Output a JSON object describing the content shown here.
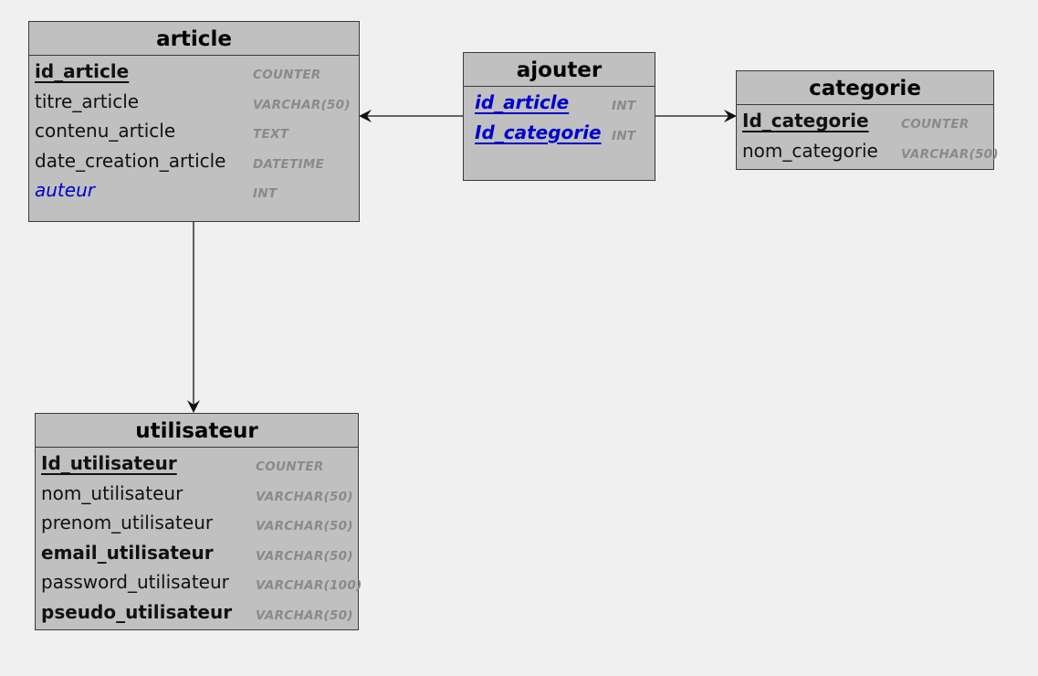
{
  "tables": {
    "article": {
      "title": "article",
      "fields": [
        {
          "name": "id_article",
          "type": "COUNTER"
        },
        {
          "name": "titre_article",
          "type": "VARCHAR(50)"
        },
        {
          "name": "contenu_article",
          "type": "TEXT"
        },
        {
          "name": "date_creation_article",
          "type": "DATETIME"
        },
        {
          "name": "auteur",
          "type": "INT"
        }
      ]
    },
    "ajouter": {
      "title": "ajouter",
      "fields": [
        {
          "name": "id_article",
          "type": "INT"
        },
        {
          "name": "Id_categorie",
          "type": "INT"
        }
      ]
    },
    "categorie": {
      "title": "categorie",
      "fields": [
        {
          "name": "Id_categorie",
          "type": "COUNTER"
        },
        {
          "name": "nom_categorie",
          "type": "VARCHAR(50)"
        }
      ]
    },
    "utilisateur": {
      "title": "utilisateur",
      "fields": [
        {
          "name": "Id_utilisateur",
          "type": "COUNTER"
        },
        {
          "name": "nom_utilisateur",
          "type": "VARCHAR(50)"
        },
        {
          "name": "prenom_utilisateur",
          "type": "VARCHAR(50)"
        },
        {
          "name": "email_utilisateur",
          "type": "VARCHAR(50)"
        },
        {
          "name": "password_utilisateur",
          "type": "VARCHAR(100)"
        },
        {
          "name": "pseudo_utilisateur",
          "type": "VARCHAR(50)"
        }
      ]
    }
  },
  "colors": {
    "table_fill": "#c0c0c0",
    "foreign_key": "#0000cc",
    "type_text": "#8a8a8a",
    "background": "#f0f0f0"
  }
}
